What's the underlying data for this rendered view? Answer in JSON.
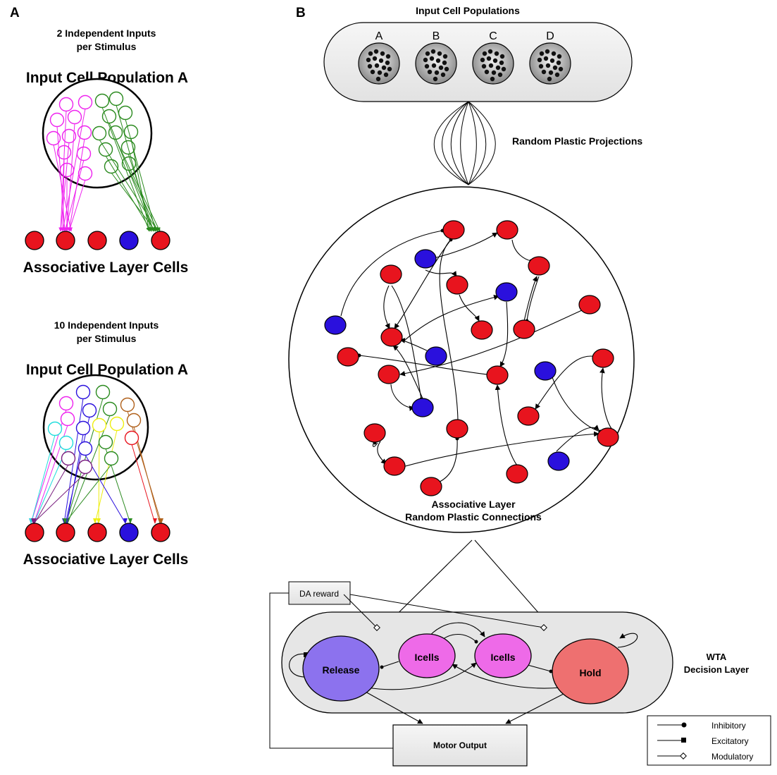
{
  "panel_a": {
    "letter": "A",
    "top": {
      "caption_line1": "2 Independent Inputs",
      "caption_line2": "per Stimulus",
      "population_title": "Input Cell Population A",
      "layer_label": "Associative Layer Cells"
    },
    "bottom": {
      "caption_line1": "10 Independent Inputs",
      "caption_line2": "per Stimulus",
      "population_title": "Input Cell Population A",
      "layer_label": "Associative Layer Cells"
    }
  },
  "panel_b": {
    "letter": "B",
    "input_title": "Input Cell Populations",
    "populations": [
      "A",
      "B",
      "C",
      "D"
    ],
    "projections_label": "Random Plastic Projections",
    "assoc_label_line1": "Associative Layer",
    "assoc_label_line2": "Random Plastic Connections",
    "da_reward": "DA reward",
    "release": "Release",
    "icells_left": "Icells",
    "icells_right": "Icells",
    "hold": "Hold",
    "motor_output": "Motor Output",
    "wta_line1": "WTA",
    "wta_line2": "Decision Layer"
  },
  "legend": {
    "inhibitory": "Inhibitory",
    "excitatory": "Excitatory",
    "modulatory": "Modulatory"
  },
  "colors": {
    "red": "#e8141e",
    "blue": "#2a10dd",
    "magenta": "#ee22ee",
    "green": "#2a8a1e",
    "release": "#8c72ee",
    "icells": "#ee6ae8",
    "hold": "#ee7070",
    "panel_grey": "#e6e6e6"
  }
}
